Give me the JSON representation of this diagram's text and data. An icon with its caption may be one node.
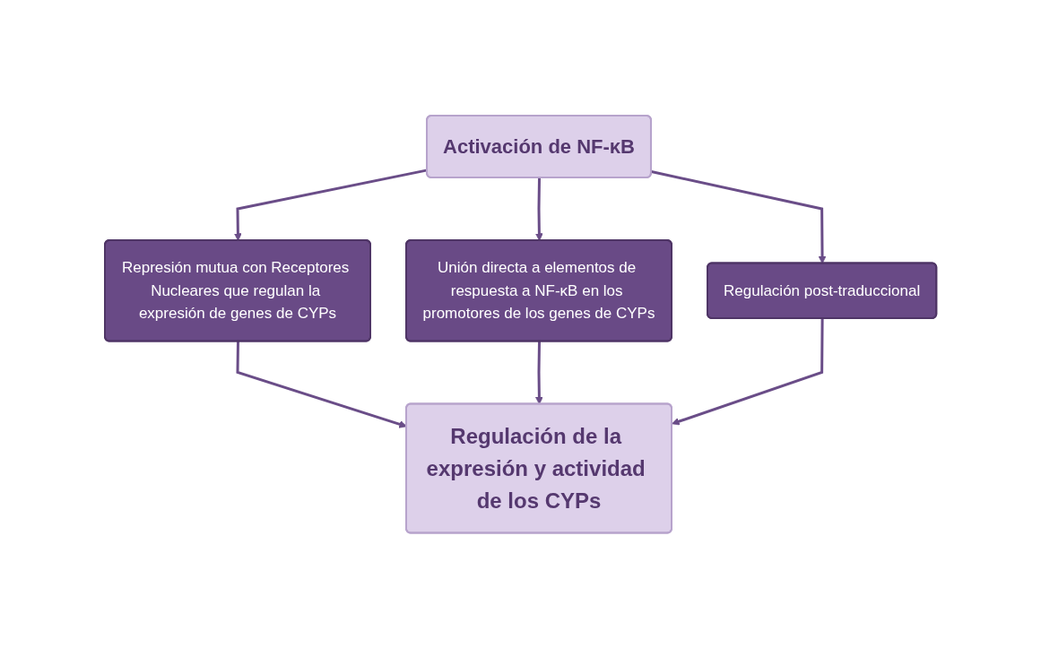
{
  "diagram": {
    "nodes": [
      {
        "text": [
          "Activación de NF-κB"
        ]
      },
      {
        "text": [
          "Represión mutua con Receptores Nucleares que regulan la expresión de genes de CYPs"
        ]
      },
      {
        "text": [
          "Unión directa a elementos de respuesta a NF-κB en los promotores de los genes de CYPs"
        ]
      },
      {
        "text": [
          "Regulación post-traduccional"
        ]
      },
      {
        "text": [
          "Regulación de la expresión y actividad de los CYPs"
        ]
      }
    ],
    "edges": [
      {
        "from": 0,
        "to": 1,
        "arrow": "to"
      },
      {
        "from": 0,
        "to": 2,
        "arrow": "to"
      },
      {
        "from": 0,
        "to": 3,
        "arrow": "to"
      },
      {
        "from": 1,
        "to": 4,
        "arrow": "to"
      },
      {
        "from": 2,
        "to": 4,
        "arrow": "to"
      },
      {
        "from": 3,
        "to": 4,
        "arrow": "to"
      }
    ]
  }
}
